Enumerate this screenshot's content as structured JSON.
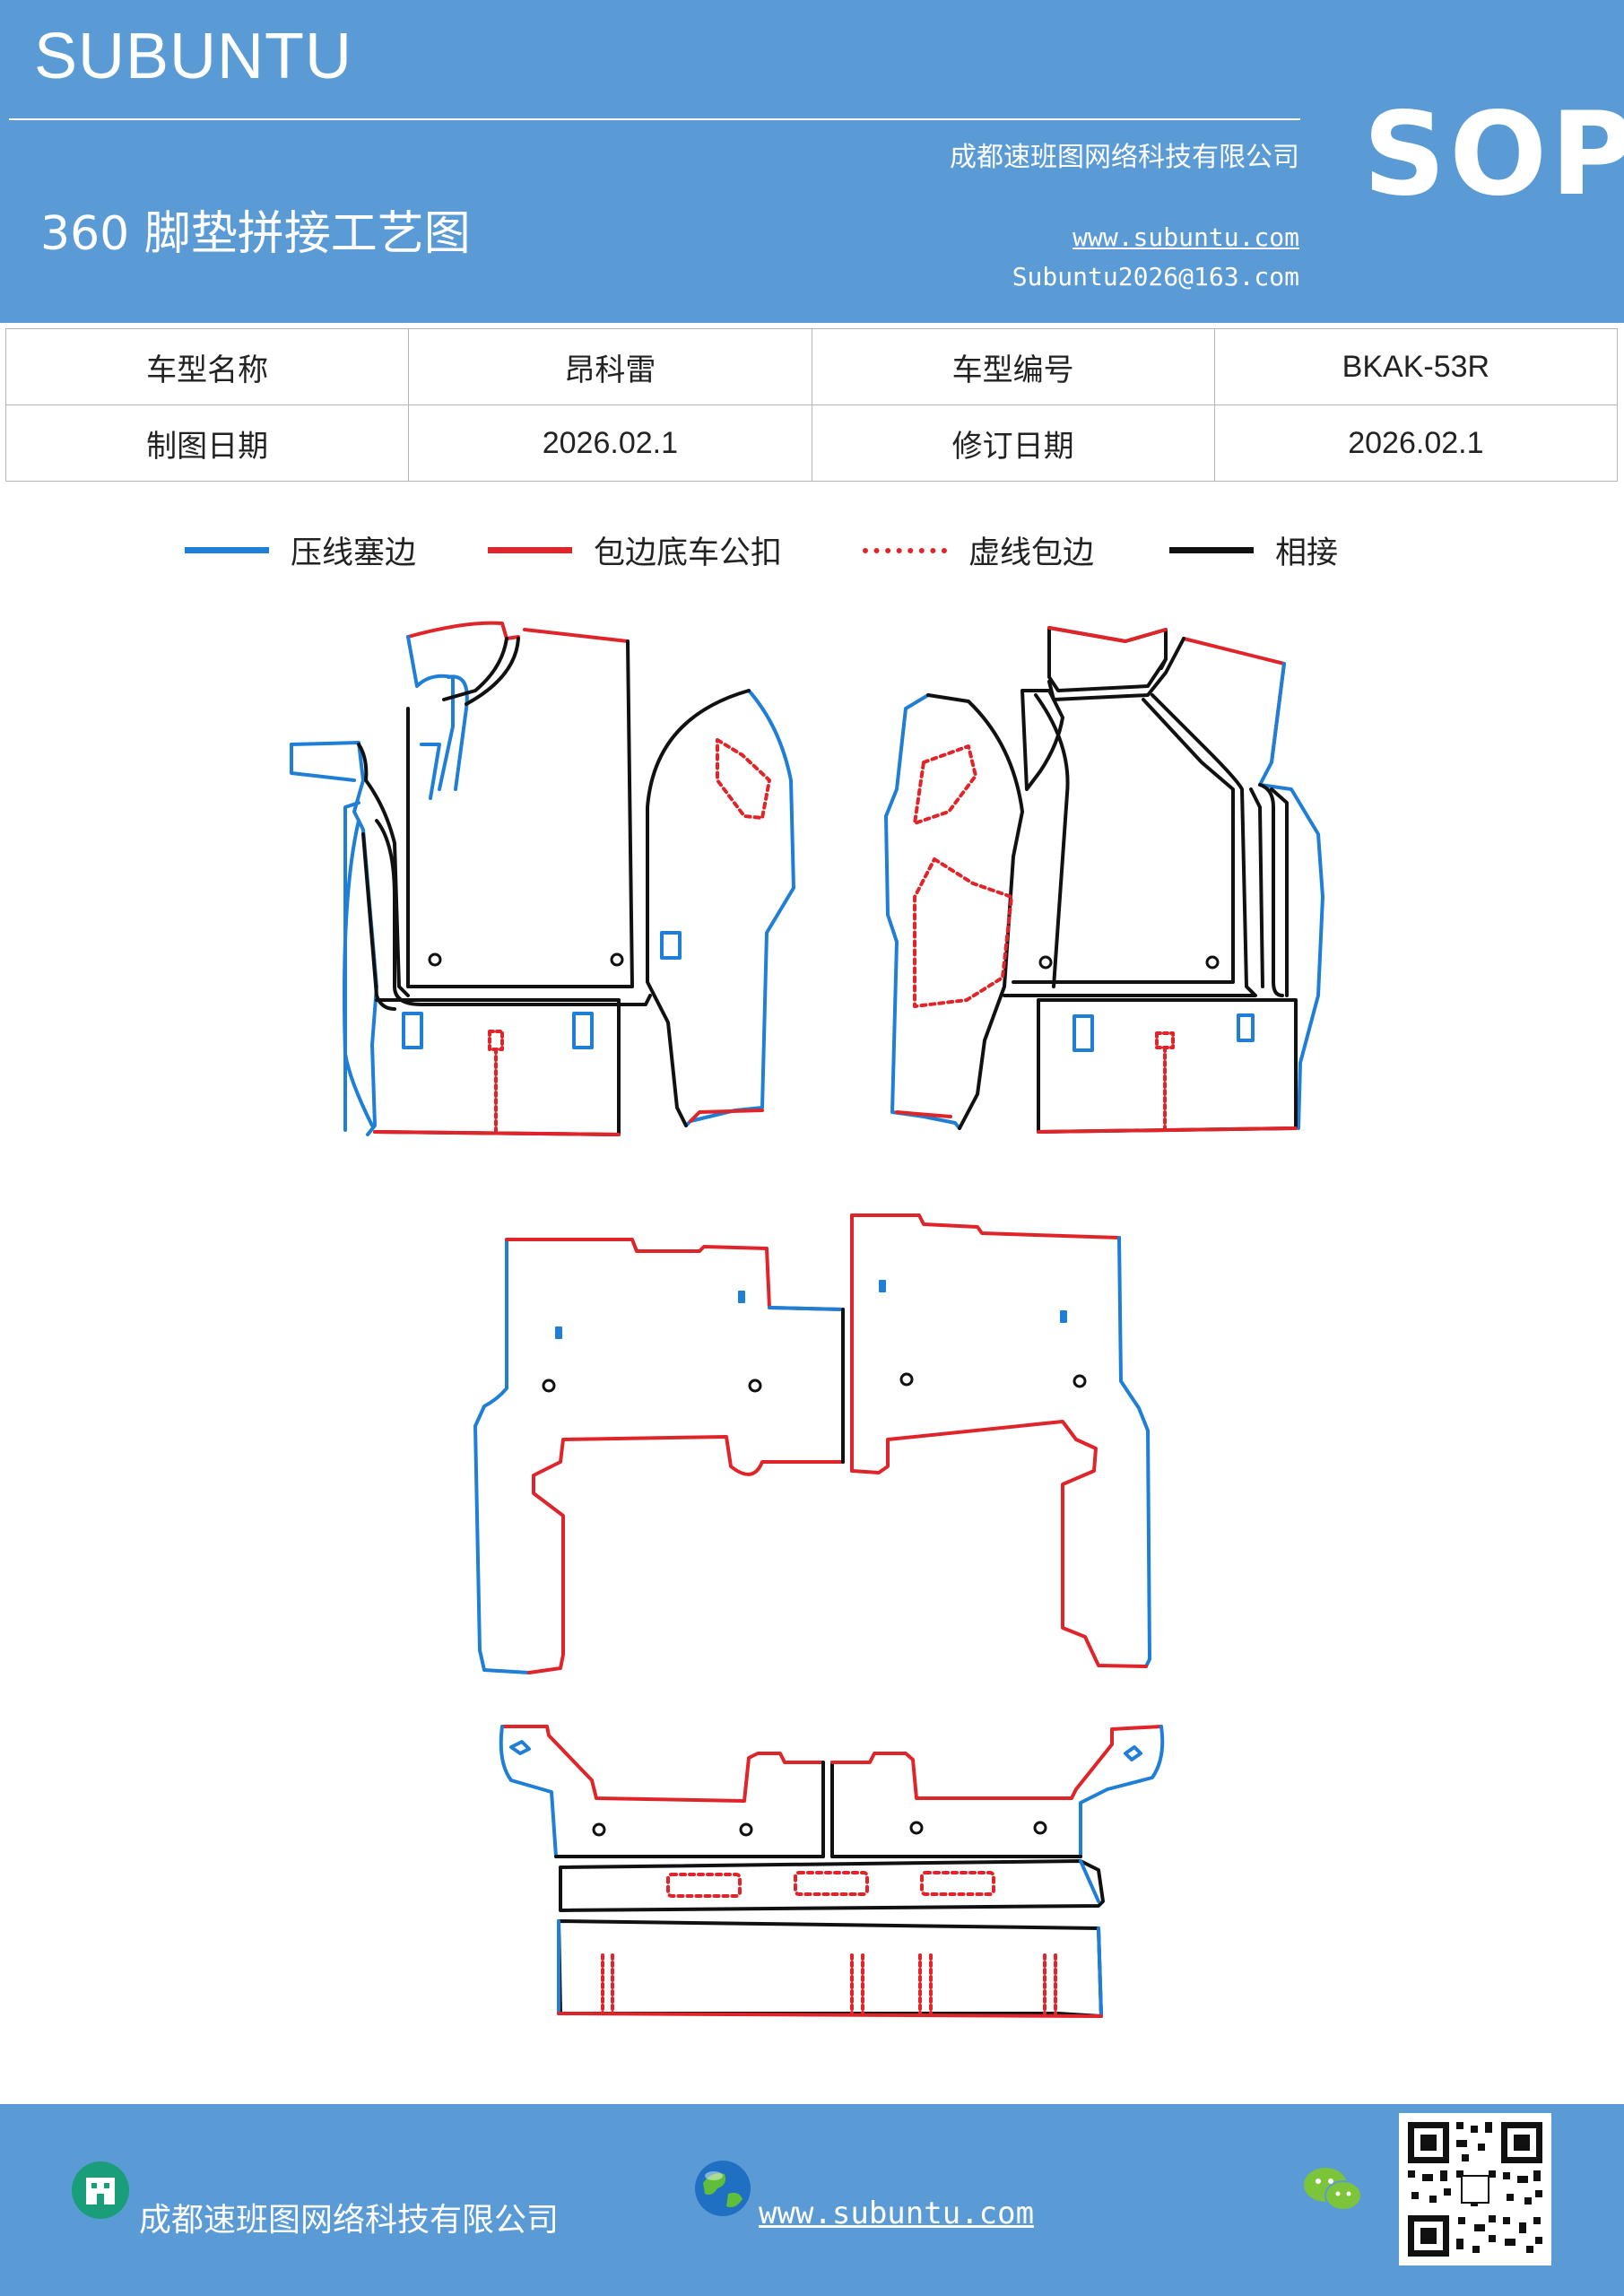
{
  "header": {
    "brand": "SUBUNTU",
    "company": "成都速班图网络科技有限公司",
    "title": "360 脚垫拼接工艺图",
    "website": "www.subuntu.com",
    "email": "Subuntu2026@163.com",
    "badge": "SOP",
    "background_color": "#5b9bd5"
  },
  "info_table": {
    "rows": [
      {
        "label1": "车型名称",
        "value1": "昂科雷",
        "label2": "车型编号",
        "value2": "BKAK-53R"
      },
      {
        "label1": "制图日期",
        "value1": "2026.02.1",
        "label2": "修订日期",
        "value2": "2026.02.1"
      }
    ]
  },
  "legend": {
    "items": [
      {
        "label": "压线塞边",
        "color": "#1f7fd6",
        "style": "solid"
      },
      {
        "label": "包边底车公扣",
        "color": "#e0252a",
        "style": "solid"
      },
      {
        "label": "虚线包边",
        "color": "#e0252a",
        "style": "dotted"
      },
      {
        "label": "相接",
        "color": "#000000",
        "style": "solid"
      }
    ]
  },
  "footer": {
    "company": "成都速班图网络科技有限公司",
    "website": "www.subuntu.com",
    "icons": [
      "building-icon",
      "globe-icon",
      "wechat-icon",
      "qr-code"
    ]
  }
}
